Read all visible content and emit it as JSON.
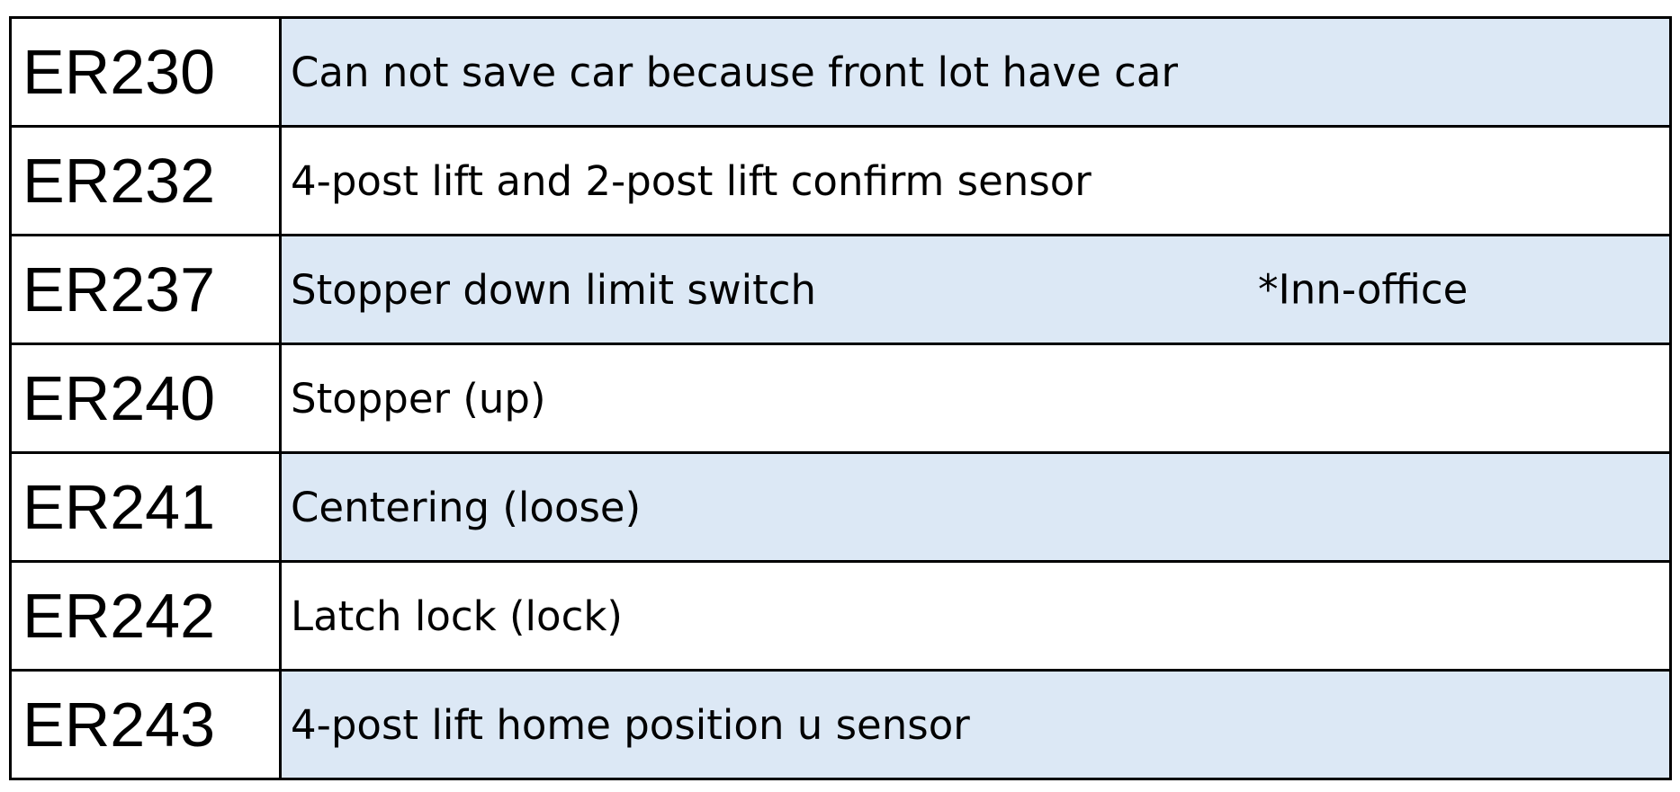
{
  "table": {
    "rows": [
      {
        "code": "ER230",
        "description": "Can not save car because front lot have car",
        "note": ""
      },
      {
        "code": "ER232",
        "description": "4-post lift and 2-post lift confirm sensor",
        "note": ""
      },
      {
        "code": "ER237",
        "description": "Stopper down limit switch",
        "note": "*Inn-office"
      },
      {
        "code": "ER240",
        "description": "Stopper (up)",
        "note": ""
      },
      {
        "code": "ER241",
        "description": "Centering (loose)",
        "note": ""
      },
      {
        "code": "ER242",
        "description": "Latch lock (lock)",
        "note": ""
      },
      {
        "code": "ER243",
        "description": "4-post lift home position u sensor",
        "note": ""
      }
    ]
  },
  "colors": {
    "shaded_row": "#dce8f5",
    "plain_row": "#ffffff",
    "border": "#000000"
  }
}
